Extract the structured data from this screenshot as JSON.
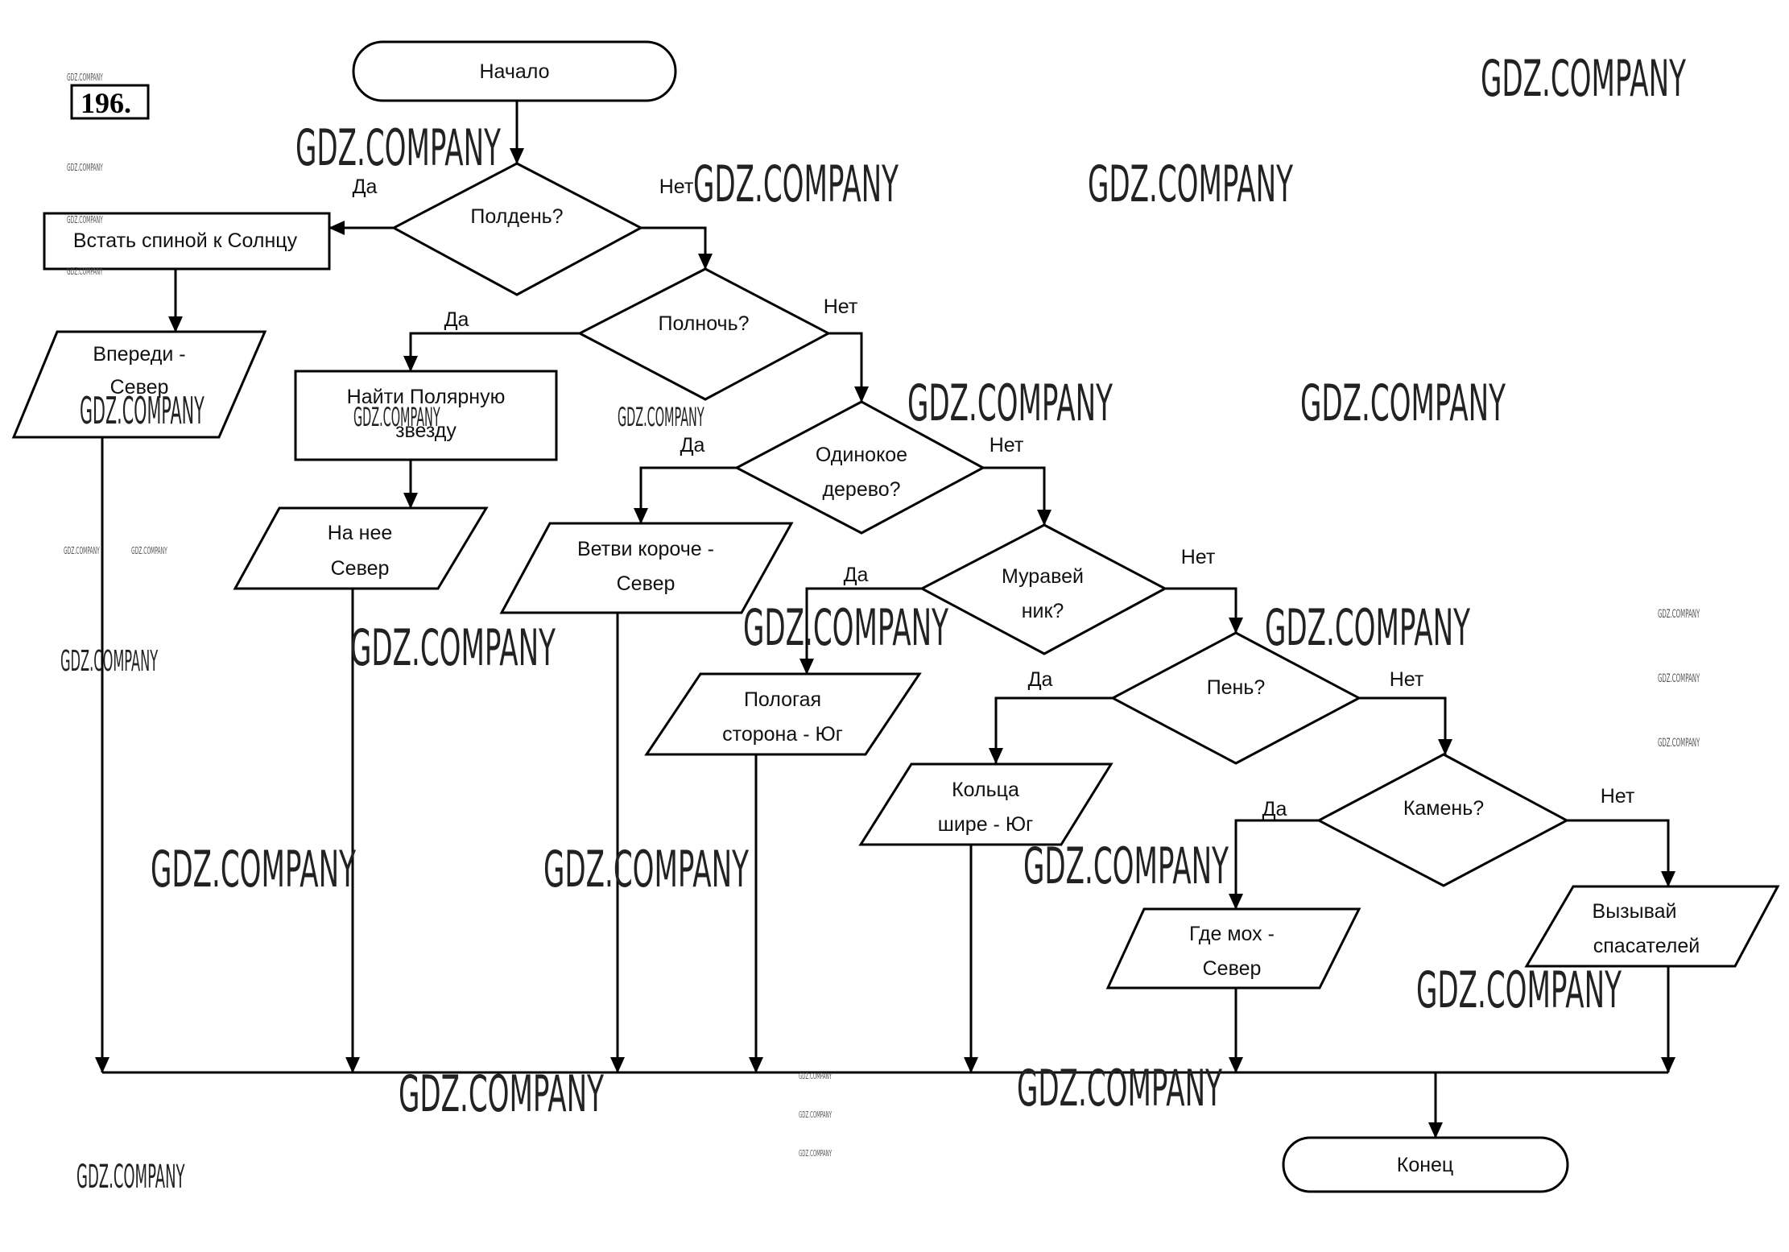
{
  "task_number": "196.",
  "nodes": {
    "start": "Начало",
    "noon": "Полдень?",
    "back_to_sun": "Встать спиной к Солнцу",
    "ahead_north": [
      "Впереди -",
      "Север"
    ],
    "midnight": "Полночь?",
    "find_polaris": [
      "Найти Полярную",
      "звезду"
    ],
    "toward_it_north": [
      "На нее",
      "Север"
    ],
    "lone_tree": [
      "Одинокое",
      "дерево?"
    ],
    "branches_shorter": [
      "Ветви короче -",
      "Север"
    ],
    "anthill": [
      "Муравей",
      "ник?"
    ],
    "gentle_side": [
      "Пологая",
      "сторона - Юг"
    ],
    "stump": "Пень?",
    "rings_wider": [
      "Кольца",
      "шире - Юг"
    ],
    "stone": "Камень?",
    "moss_north": [
      "Где мох -",
      "Север"
    ],
    "call_rescuers": [
      "Вызывай",
      "спасателей"
    ],
    "end": "Конец"
  },
  "labels": {
    "yes": "Да",
    "no": "Нет"
  },
  "watermarks": {
    "text": "GDZ.COMPANY"
  }
}
